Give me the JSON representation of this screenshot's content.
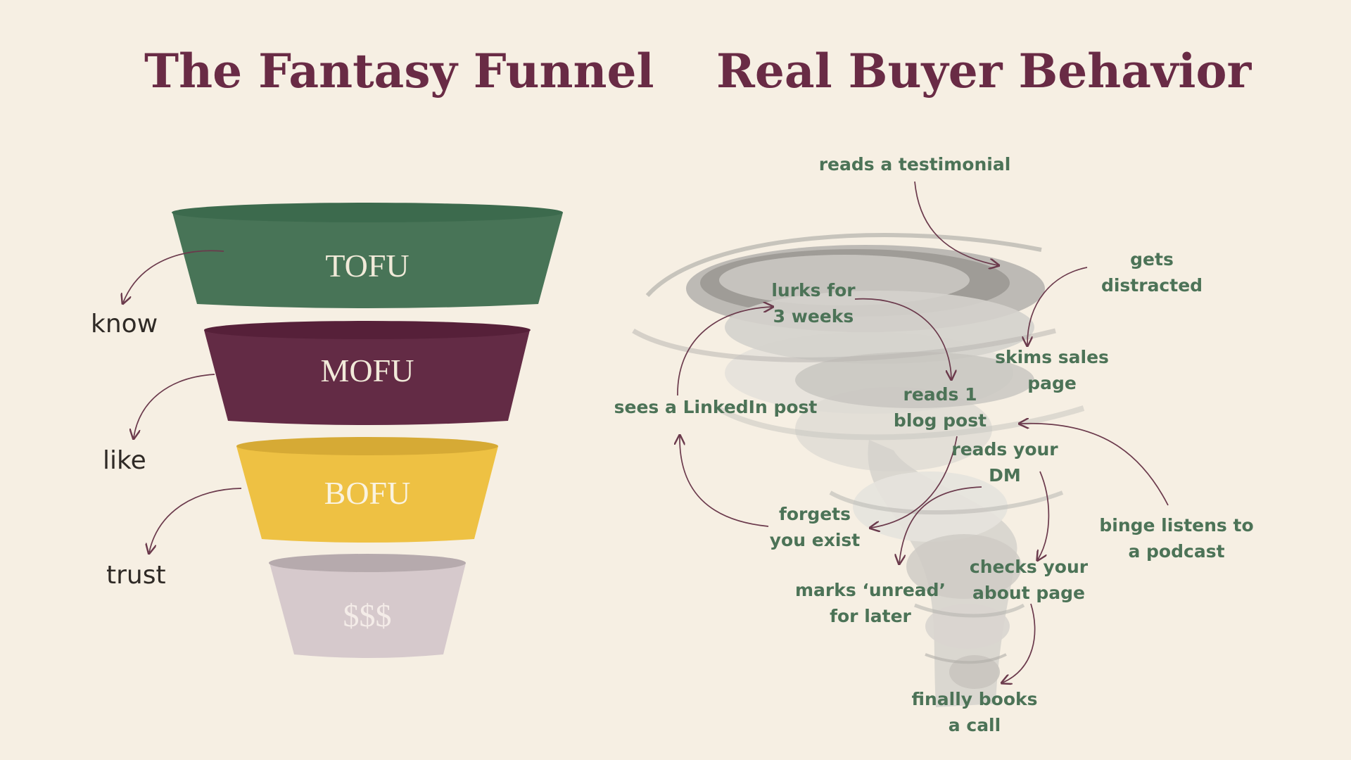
{
  "titles": {
    "left": "The Fantasy Funnel",
    "right": "Real Buyer Behavior"
  },
  "funnel": {
    "stages": [
      "TOFU",
      "MOFU",
      "BOFU",
      "$$$"
    ],
    "colors": [
      "#487457",
      "#632b45",
      "#eec143",
      "#d6c9cc"
    ],
    "side_labels": [
      "know",
      "like",
      "trust"
    ]
  },
  "tornado": {
    "notes": {
      "testimonial": "reads a testimonial",
      "distracted": [
        "gets",
        "distracted"
      ],
      "lurks": [
        "lurks for",
        "3 weeks"
      ],
      "skims": [
        "skims sales",
        "page"
      ],
      "linkedin": "sees a LinkedIn post",
      "blog": [
        "reads 1",
        "blog post"
      ],
      "dm": [
        "reads your",
        "DM"
      ],
      "forgets": [
        "forgets",
        "you exist"
      ],
      "podcast": [
        "binge listens to",
        "a podcast"
      ],
      "unread": [
        "marks ‘unread’",
        "for later"
      ],
      "about": [
        "checks your",
        "about page"
      ],
      "books": [
        "finally books",
        "a call"
      ]
    }
  },
  "colors": {
    "background": "#f6efe3",
    "title": "#692b45",
    "note_text": "#4c7357",
    "arrow": "#6b3a4c"
  }
}
